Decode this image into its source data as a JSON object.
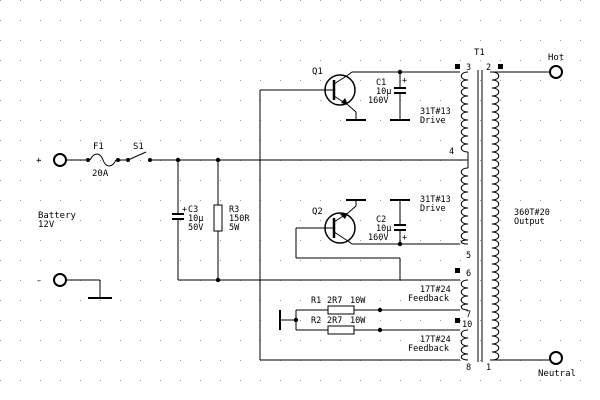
{
  "battery": {
    "pos": "+",
    "neg": "-",
    "label": "Battery",
    "voltage": "12V"
  },
  "fuse": {
    "ref": "F1",
    "value": "20A"
  },
  "switch": {
    "ref": "S1"
  },
  "c3": {
    "ref": "C3",
    "value": "10µ",
    "voltage": "50V",
    "polarity": "+"
  },
  "r3": {
    "ref": "R3",
    "value": "150R",
    "power": "5W"
  },
  "q1": {
    "ref": "Q1"
  },
  "q2": {
    "ref": "Q2"
  },
  "c1": {
    "ref": "C1",
    "value": "10µ",
    "voltage": "160V",
    "polarity": "+"
  },
  "c2": {
    "ref": "C2",
    "value": "10µ",
    "voltage": "160V",
    "polarity": "+"
  },
  "transformer": {
    "ref": "T1",
    "pins": {
      "p1": "1",
      "p2": "2",
      "p3": "3",
      "p4": "4",
      "p5": "5",
      "p6": "6",
      "p7": "7",
      "p8": "8",
      "p10": "10"
    },
    "drive_top": {
      "turns": "31T#13",
      "name": "Drive"
    },
    "drive_bot": {
      "turns": "31T#13",
      "name": "Drive"
    },
    "fb_top": {
      "turns": "17T#24",
      "name": "Feedback"
    },
    "fb_bot": {
      "turns": "17T#24",
      "name": "Feedback"
    },
    "output": {
      "turns": "360T#20",
      "name": "Output"
    }
  },
  "r1": {
    "ref": "R1",
    "value": "2R7",
    "power": "10W"
  },
  "r2": {
    "ref": "R2",
    "value": "2R7",
    "power": "10W"
  },
  "outputs": {
    "hot": "Hot",
    "neutral": "Neutral"
  }
}
